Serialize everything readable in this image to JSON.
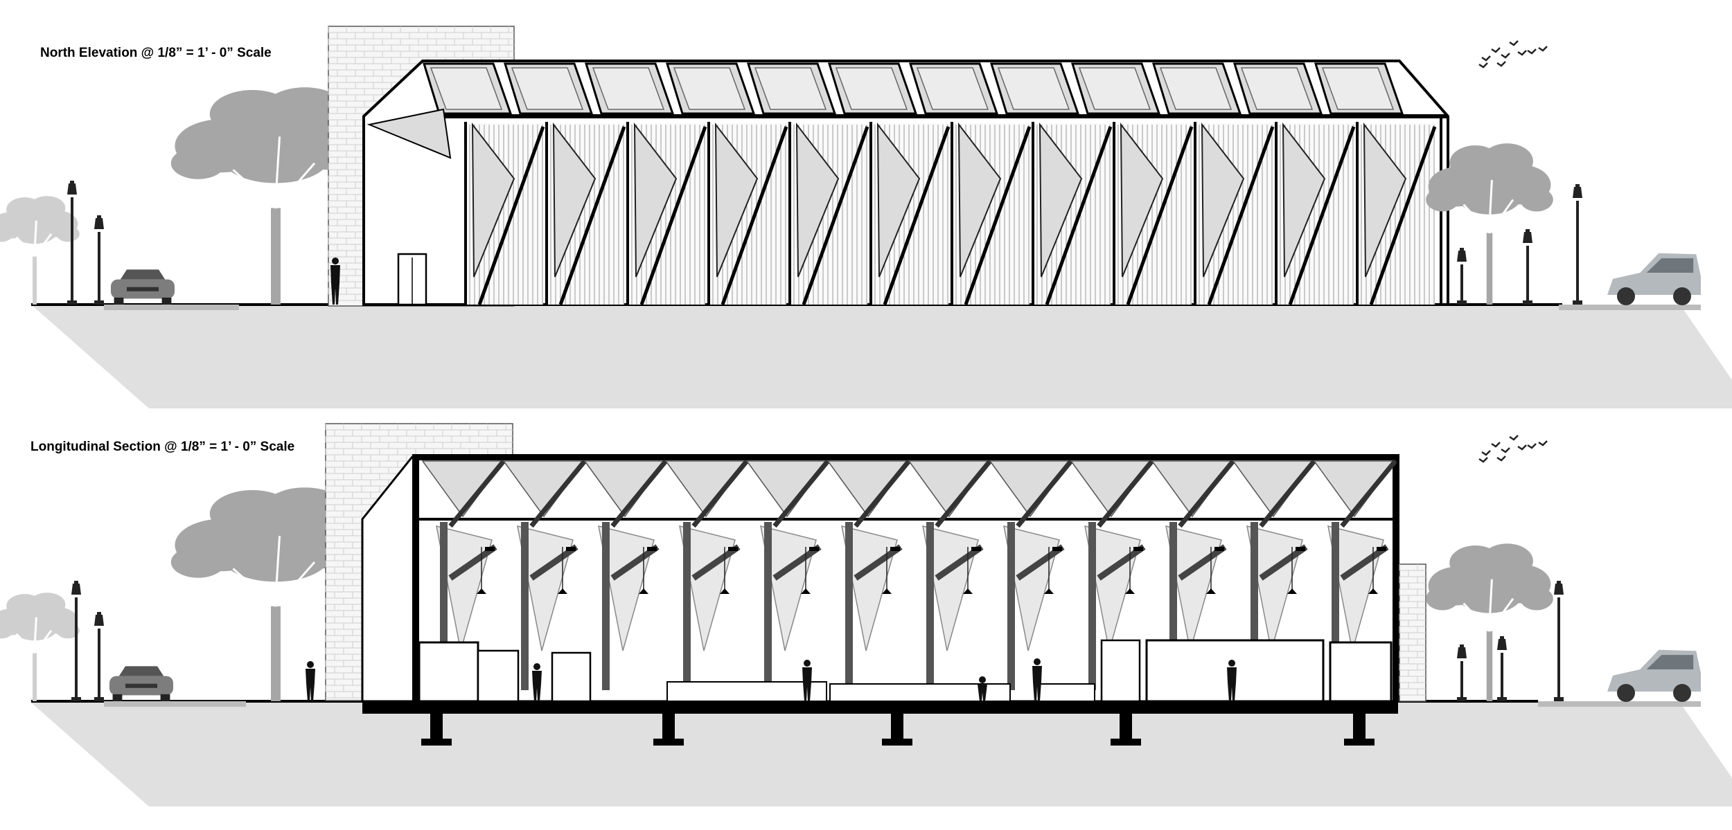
{
  "drawings": [
    {
      "id": "north-elevation",
      "title": "North Elevation @ 1/8” = 1’ - 0” Scale"
    },
    {
      "id": "longitudinal-section",
      "title": "Longitudinal Section @ 1/8” = 1’ - 0” Scale"
    }
  ],
  "colors": {
    "line": "#000000",
    "ground_shadow": "#e0e0e0",
    "glass": "#dcdcdc",
    "tree": "#a6a6a6",
    "tree_light": "#cfcfcf",
    "brick": "#f6f6f6",
    "car": "#9a9a9a",
    "background": "#ffffff"
  },
  "icons": [
    "tree",
    "street-lamp",
    "car",
    "person-silhouette",
    "bird",
    "brick-chimney",
    "door",
    "skylight",
    "foundation-pier"
  ]
}
